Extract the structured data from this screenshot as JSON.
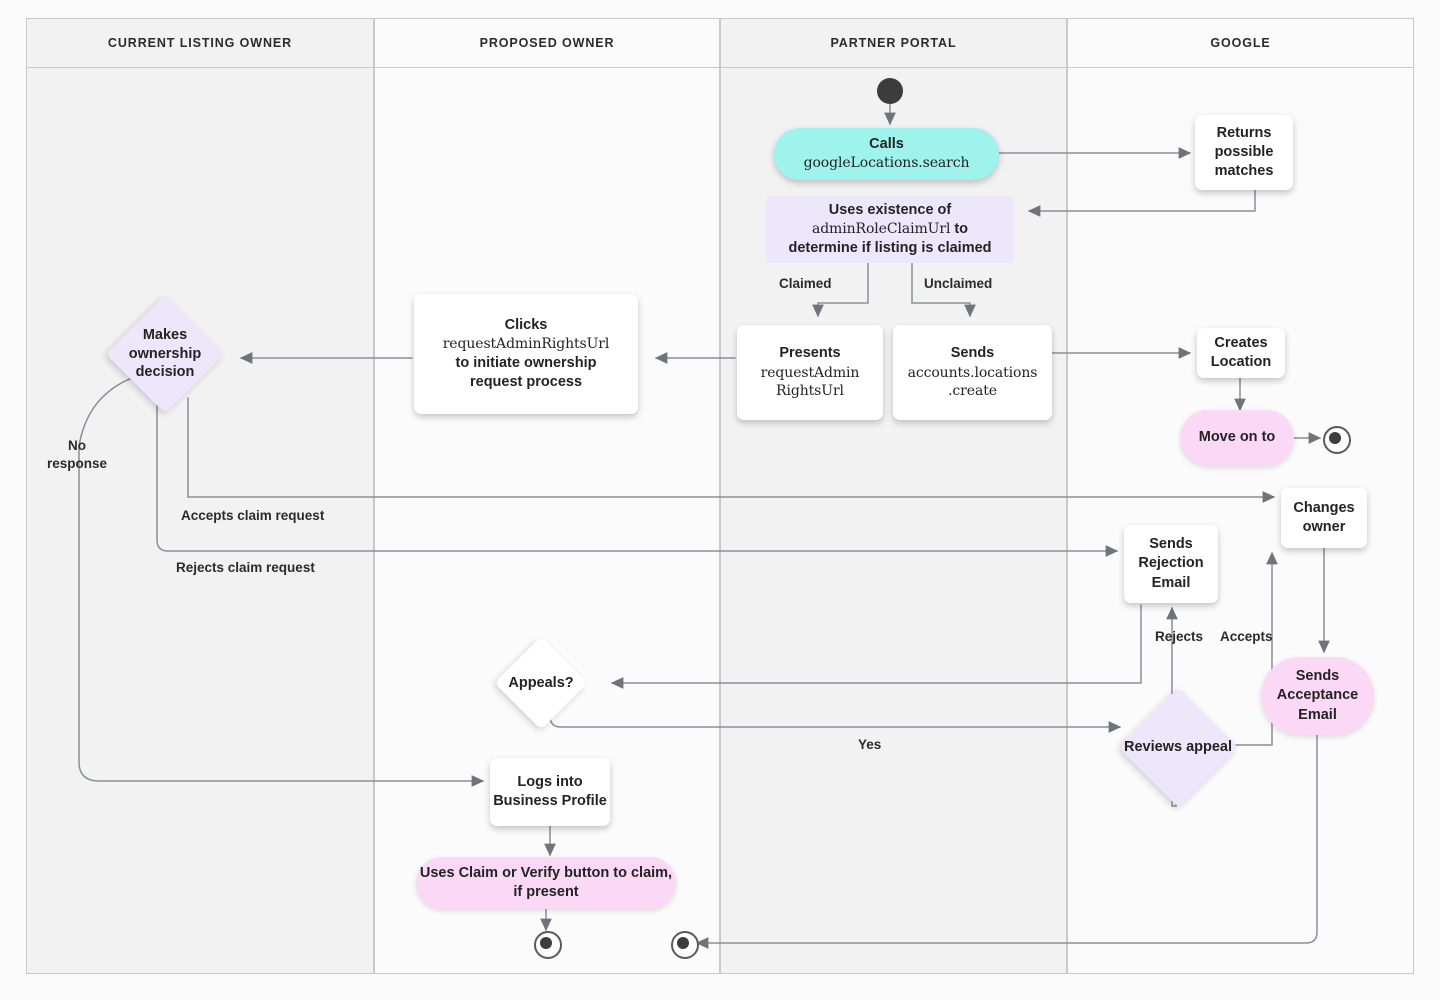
{
  "diagram": {
    "title": "Google Business Profile listing ownership transfer flow",
    "type": "swimlane-flowchart",
    "colors": {
      "cyan": "#9ef4ec",
      "pink": "#fbd8f6",
      "lavender": "#ece7fa",
      "white": "#ffffff",
      "edge": "#8a8f96",
      "lane_border": "#c9c9c9",
      "text": "#232323"
    }
  },
  "lanes": [
    {
      "label": "CURRENT LISTING OWNER"
    },
    {
      "label": "PROPOSED OWNER"
    },
    {
      "label": "PARTNER PORTAL"
    },
    {
      "label": "GOOGLE"
    }
  ],
  "nodes": {
    "start": {
      "label": "",
      "shape": "start-node",
      "lane": "PARTNER PORTAL"
    },
    "calls_search": {
      "line1": "Calls",
      "line2": "googleLocations.search",
      "shape": "pill",
      "lane": "PARTNER PORTAL"
    },
    "returns_matches": {
      "label": "Returns possible matches",
      "shape": "rect",
      "lane": "GOOGLE"
    },
    "uses_existence": {
      "line1": "Uses existence of",
      "line2": "adminRoleClaimUrl",
      "line2b": " to",
      "line3": "determine if listing is claimed",
      "shape": "box",
      "lane": "PARTNER PORTAL"
    },
    "presents_url": {
      "line1": "Presents",
      "line2": "requestAdmin",
      "line3": "RightsUrl",
      "shape": "rect",
      "lane": "PARTNER PORTAL"
    },
    "sends_create": {
      "line1": "Sends",
      "line2": "accounts.locations",
      "line3": ".create",
      "shape": "rect",
      "lane": "PARTNER PORTAL"
    },
    "creates_location": {
      "label": "Creates Location",
      "shape": "rect",
      "lane": "GOOGLE"
    },
    "move_on_to": {
      "label": "Move on to",
      "shape": "pill",
      "lane": "GOOGLE"
    },
    "clicks_url": {
      "line1": "Clicks",
      "line2": "requestAdminRightsUrl",
      "line3": "to initiate ownership",
      "line4": "request process",
      "shape": "rect",
      "lane": "PROPOSED OWNER"
    },
    "makes_decision": {
      "label": "Makes ownership decision",
      "shape": "diamond",
      "lane": "CURRENT LISTING OWNER"
    },
    "changes_owner": {
      "label": "Changes owner",
      "shape": "rect",
      "lane": "GOOGLE"
    },
    "sends_rejection": {
      "label": "Sends Rejection Email",
      "shape": "rect",
      "lane": "GOOGLE"
    },
    "appeals": {
      "label": "Appeals?",
      "shape": "diamond",
      "lane": "PROPOSED OWNER"
    },
    "reviews_appeal": {
      "label": "Reviews appeal",
      "shape": "diamond",
      "lane": "GOOGLE"
    },
    "sends_acceptance": {
      "label": "Sends Acceptance Email",
      "shape": "pill",
      "lane": "GOOGLE"
    },
    "logs_into": {
      "label": "Logs into Business Profile",
      "shape": "rect",
      "lane": "PROPOSED OWNER"
    },
    "uses_claim_button": {
      "label": "Uses Claim or Verify button to claim, if present",
      "shape": "pill",
      "lane": "PROPOSED OWNER"
    },
    "end_proposed": {
      "label": "",
      "shape": "end-node",
      "lane": "PROPOSED OWNER"
    },
    "end_partner": {
      "label": "",
      "shape": "end-node",
      "lane": "PARTNER PORTAL"
    },
    "end_google": {
      "label": "",
      "shape": "end-node",
      "lane": "GOOGLE"
    }
  },
  "edge_labels": {
    "claimed": "Claimed",
    "unclaimed": "Unclaimed",
    "no_response": "No response",
    "accepts_claim": "Accepts claim request",
    "rejects_claim": "Rejects claim request",
    "rejects": "Rejects",
    "accepts": "Accepts",
    "yes": "Yes"
  }
}
